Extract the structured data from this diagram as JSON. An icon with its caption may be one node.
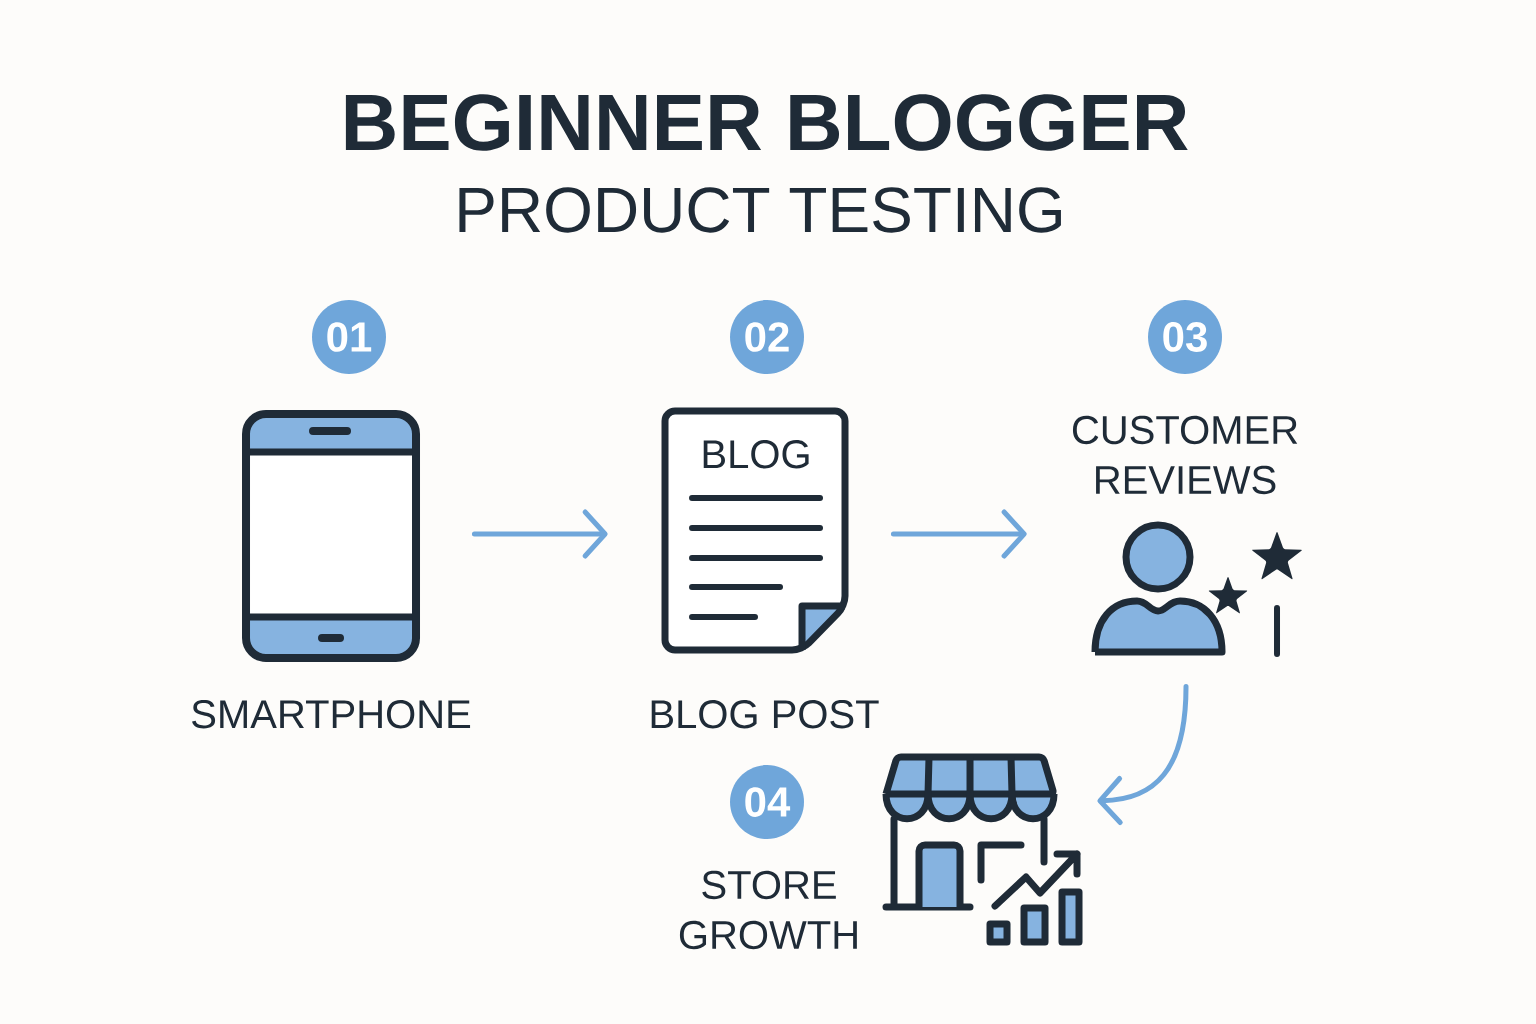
{
  "diagram": {
    "title": "BEGINNER BLOGGER",
    "nodes": [
      {
        "text": [
          "01"
        ]
      },
      {
        "text": [],
        "shape": "picture",
        "beside": [
          "SMARTPHONE"
        ]
      },
      {
        "text": [
          "02"
        ]
      },
      {
        "text": [
          "BLOG"
        ],
        "beside": [
          "BLOG POST"
        ]
      },
      {
        "text": [
          "03"
        ]
      },
      {
        "text": [],
        "shape": "picture",
        "beside": [
          "CUSTOMER REVIEWS"
        ]
      },
      {
        "text": [
          "04"
        ]
      },
      {
        "text": [],
        "shape": "picture",
        "beside": [
          "STORE GROWTH"
        ]
      }
    ],
    "edges": [
      {
        "from": 1,
        "to": 3,
        "arrow": "to"
      },
      {
        "from": 3,
        "to": 5,
        "arrow": "to"
      },
      {
        "from": 5,
        "to": 7,
        "arrow": "to"
      }
    ],
    "labels": [
      "PRODUCT TESTING"
    ]
  }
}
